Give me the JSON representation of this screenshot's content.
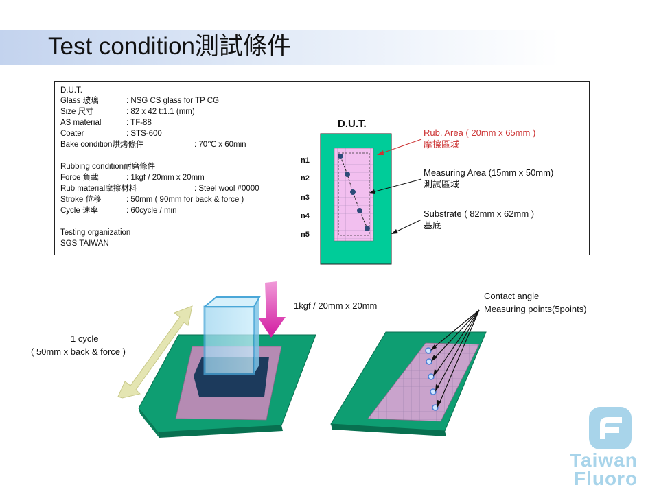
{
  "title": "Test condition測試條件",
  "spec": {
    "dut": "D.U.T.",
    "rows1": [
      {
        "label": "Glass 玻璃",
        "value": ": NSG CS glass for TP CG"
      },
      {
        "label": "Size 尺寸",
        "value": ": 82 x 42 t:1.1 (mm)"
      },
      {
        "label": "AS material",
        "value": ": TF-88"
      },
      {
        "label": "Coater",
        "value": ": STS-600"
      },
      {
        "label": "Bake condition烘烤條件",
        "value": ": 70℃ x 60min"
      }
    ],
    "rubbing_heading": "Rubbing condition耐磨條件",
    "rows2": [
      {
        "label": "Force 負載",
        "value": ": 1kgf / 20mm x 20mm"
      },
      {
        "label": "Rub material摩擦材料",
        "value": ": Steel wool #0000"
      },
      {
        "label": "Stroke 位移",
        "value": ": 50mm ( 90mm for back & force )"
      },
      {
        "label": "Cycle 速率",
        "value": ": 60cycle / min"
      }
    ],
    "org_heading": "Testing organization",
    "org_value": "SGS TAIWAN"
  },
  "dut_diagram": {
    "title": "D.U.T.",
    "points": [
      "n1",
      "n2",
      "n3",
      "n4",
      "n5"
    ],
    "rub_area": [
      "Rub. Area ( 20mm x 65mm )",
      "摩擦區域"
    ],
    "measuring_area": [
      "Measuring Area (15mm x 50mm)",
      "測試區域"
    ],
    "substrate": [
      "Substrate ( 82mm x 62mm )",
      "基底"
    ],
    "colors": {
      "substrate": "#00cc99",
      "rub": "#f2bfef",
      "point": "#2b4a78",
      "accent": "#cc3333"
    }
  },
  "rub_test": {
    "force_label": "1kgf / 20mm x 20mm",
    "cycle_label": [
      "1 cycle",
      "( 50mm x back & force )"
    ]
  },
  "contact_angle": {
    "label": [
      "Contact angle",
      "Measuring points(5points)"
    ]
  },
  "logo": {
    "line1": "Taiwan",
    "line2": "Fluoro",
    "color": "#a8d4ea"
  }
}
